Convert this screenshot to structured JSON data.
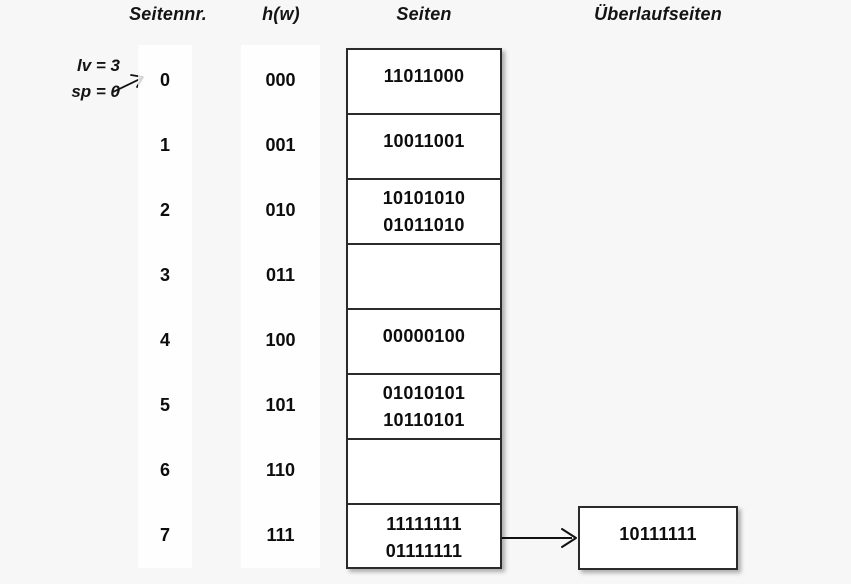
{
  "headers": {
    "seitennr": "Seitennr.",
    "hw": "h(w)",
    "seiten": "Seiten",
    "ueberlaufseiten": "Überlaufseiten"
  },
  "params": {
    "lv": "lv = 3",
    "sp": "sp = 0",
    "pointer_icon": "arrow-right-icon"
  },
  "rows": [
    {
      "seitennr": "0",
      "hw": "000",
      "entries": [
        "11011000"
      ]
    },
    {
      "seitennr": "1",
      "hw": "001",
      "entries": [
        "10011001"
      ]
    },
    {
      "seitennr": "2",
      "hw": "010",
      "entries": [
        "10101010",
        "01011010"
      ]
    },
    {
      "seitennr": "3",
      "hw": "011",
      "entries": []
    },
    {
      "seitennr": "4",
      "hw": "100",
      "entries": [
        "00000100"
      ]
    },
    {
      "seitennr": "5",
      "hw": "101",
      "entries": [
        "01010101",
        "10110101"
      ]
    },
    {
      "seitennr": "6",
      "hw": "110",
      "entries": []
    },
    {
      "seitennr": "7",
      "hw": "111",
      "entries": [
        "11111111",
        "01111111"
      ]
    }
  ],
  "overflow": {
    "from_row": "7",
    "entries": [
      "10111111"
    ],
    "connector_icon": "arrow-right-icon"
  },
  "colors": {
    "background": "#f7f7f7",
    "box_border": "#2b2b2b",
    "box_fill": "#ffffff",
    "text": "#0d0d0d",
    "column_strip": "#ffffff"
  }
}
